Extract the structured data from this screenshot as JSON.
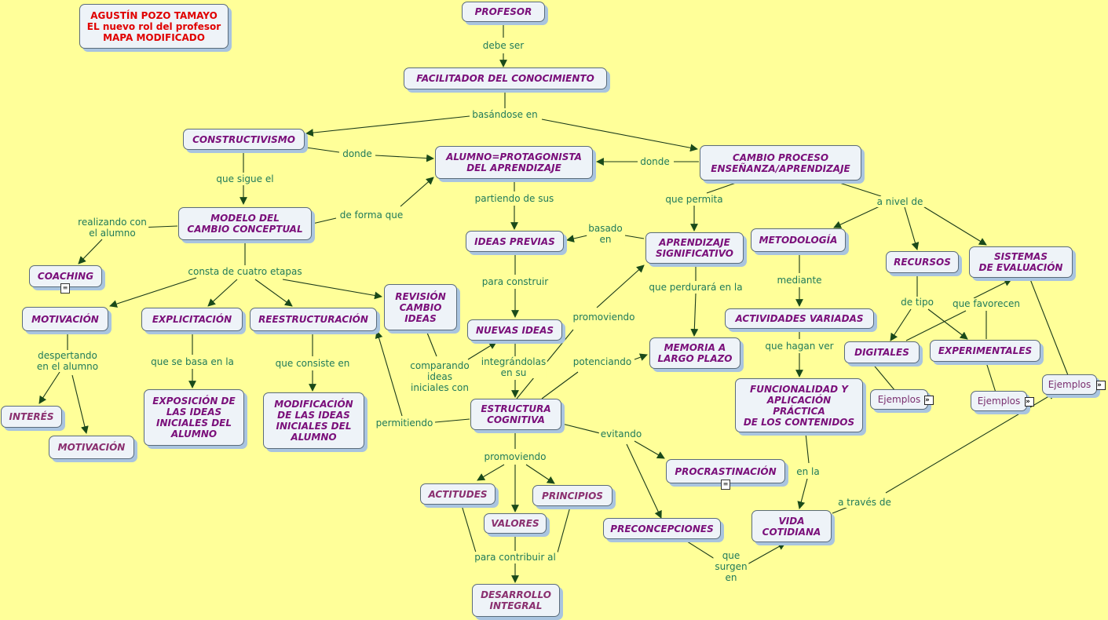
{
  "title": {
    "line1": "AGUSTÍN POZO TAMAYO",
    "line2": "EL nuevo rol del profesor",
    "line3": "MAPA MODIFICADO"
  },
  "nodes": {
    "profesor": "PROFESOR",
    "facilitador": "FACILITADOR DEL CONOCIMIENTO",
    "constructivismo": "CONSTRUCTIVISMO",
    "alumno": "ALUMNO=PROTAGONISTA\nDEL APRENDIZAJE",
    "cambio_proceso": "CAMBIO PROCESO\nENSEÑANZA/APRENDIZAJE",
    "modelo": "MODELO DEL\nCAMBIO CONCEPTUAL",
    "ideas_previas": "IDEAS PREVIAS",
    "aprendizaje": "APRENDIZAJE\nSIGNIFICATIVO",
    "metodologia": "METODOLOGÍA",
    "recursos": "RECURSOS",
    "sistemas": "SISTEMAS\nDE EVALUACIÓN",
    "coaching": "COACHING",
    "motivacion1": "MOTIVACIÓN",
    "explicitacion": "EXPLICITACIÓN",
    "reestructuracion": "REESTRUCTURACIÓN",
    "revision": "REVISIÓN\nCAMBIO\nIDEAS",
    "nuevas_ideas": "NUEVAS IDEAS",
    "memoria": "MEMORIA A\nLARGO PLAZO",
    "actividades": "ACTIVIDADES VARIADAS",
    "digitales": "DIGITALES",
    "experimentales": "EXPERIMENTALES",
    "interes": "INTERÉS",
    "motivacion2": "MOTIVACIÓN",
    "exposicion": "EXPOSICIÓN DE\nLAS IDEAS\nINICIALES DEL\nALUMNO",
    "modificacion": "MODIFICACIÓN\nDE LAS IDEAS\nINICIALES DEL\nALUMNO",
    "estructura": "ESTRUCTURA\nCOGNITIVA",
    "funcionalidad": "FUNCIONALIDAD Y\nAPLICACIÓN\nPRÁCTICA\nDE LOS CONTENIDOS",
    "ejemplos1": "Ejemplos",
    "ejemplos2": "Ejemplos",
    "ejemplos3": "Ejemplos",
    "procrastinacion": "PROCRASTINACIÓN",
    "actitudes": "ACTITUDES",
    "principios": "PRINCIPIOS",
    "valores": "VALORES",
    "preconcepciones": "PRECONCEPCIONES",
    "vida": "VIDA\nCOTIDIANA",
    "desarrollo": "DESARROLLO\nINTEGRAL"
  },
  "links": {
    "debe_ser": "debe ser",
    "basandose_en": "basándose en",
    "donde1": "donde",
    "donde2": "donde",
    "que_sigue_el": "que sigue el",
    "de_forma_que": "de forma que",
    "realizando": "realizando con\nel alumno",
    "consta": "consta de cuatro etapas",
    "partiendo": "partiendo de sus",
    "basado_en": "basado\nen",
    "que_permita": "que permita",
    "a_nivel_de": "a nivel de",
    "para_construir": "para construir",
    "que_perdurara": "que perdurará en la",
    "mediante": "mediante",
    "de_tipo": "de tipo",
    "que_favorecen": "que favorecen",
    "promoviendo1": "promoviendo",
    "despertando": "despertando\nen el alumno",
    "que_se_basa": "que se basa en la",
    "que_consiste": "que consiste en",
    "comparando": "comparando\nideas\niniciales con",
    "integrandolas": "integrándolas\nen su",
    "potenciando": "potenciando",
    "que_hagan_ver": "que hagan ver",
    "permitiendo": "permitiendo",
    "evitando": "evitando",
    "promoviendo2": "promoviendo",
    "en_la": "en la",
    "a_traves_de": "a través de",
    "para_contribuir": "para contribuir al",
    "que_surgen_en": "que\nsurgen\nen"
  },
  "icons": {
    "doc": "document-icon",
    "expand": "expand-icon"
  },
  "colors": {
    "background": "#ffff99",
    "concept_text": "#7a0f7a",
    "link_text": "#1f7a5a",
    "title_text": "#e00000",
    "line": "#1a3a1a"
  }
}
